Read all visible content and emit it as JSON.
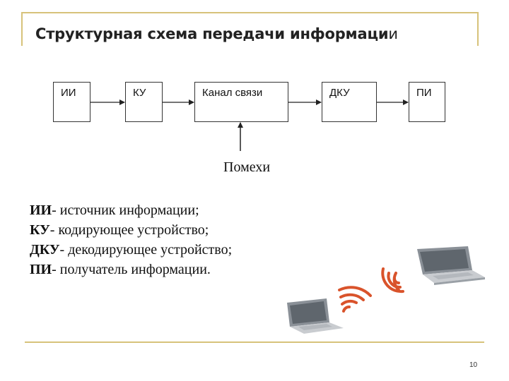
{
  "title": {
    "main": "Структурная схема передачи информаци",
    "last": "и"
  },
  "blocks": {
    "ii": "ИИ",
    "ku": "КУ",
    "channel": "Канал связи",
    "dku": "ДКУ",
    "pi": "ПИ"
  },
  "noise_label": "Помехи",
  "legend": [
    {
      "abbr": "ИИ",
      "text": "- источник информации;"
    },
    {
      "abbr": "КУ",
      "text": "- кодирующее устройство;"
    },
    {
      "abbr": "ДКУ",
      "text": "- декодирующее устройство;"
    },
    {
      "abbr": "ПИ",
      "text": "- получатель информации."
    }
  ],
  "colors": {
    "frame": "#d7c27a",
    "signal": "#d9532b",
    "laptop_body": "#c9ccd0",
    "laptop_screen": "#7e848a"
  },
  "icons": [
    "laptop-icon",
    "wireless-signal-icon"
  ],
  "page_number": "10"
}
